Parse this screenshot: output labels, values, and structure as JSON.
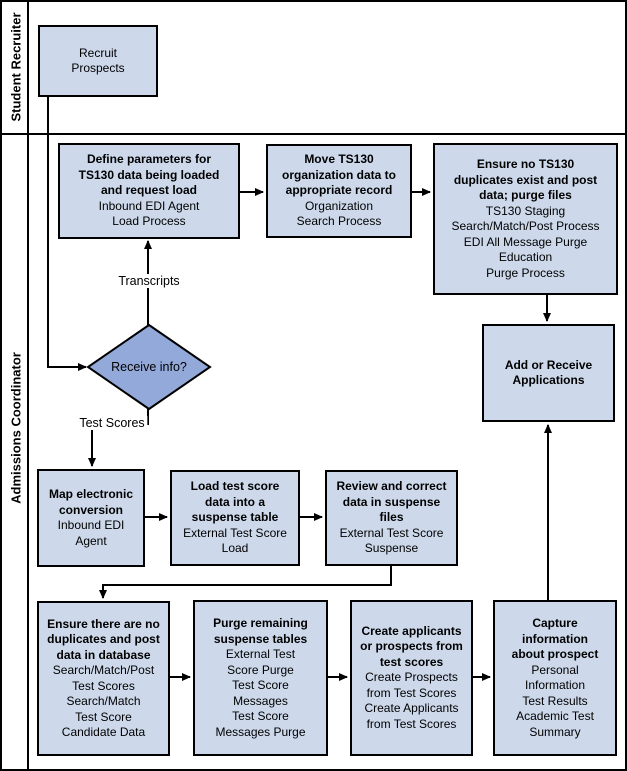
{
  "diagram": {
    "lanes": {
      "student_recruiter": "Student Recruiter",
      "admissions_coordinator": "Admissions Coordinator"
    },
    "nodes": {
      "recruit": {
        "body": "Recruit\nProspects"
      },
      "define": {
        "title": "Define parameters for\nTS130 data being loaded\nand request load",
        "body": "Inbound EDI Agent\nLoad Process"
      },
      "move": {
        "title": "Move TS130\norganization data to\nappropriate record",
        "body": "Organization\nSearch Process"
      },
      "ensure_ts130": {
        "title": "Ensure no TS130\nduplicates exist and post\ndata; purge files",
        "body": "TS130 Staging\nSearch/Match/Post Process\nEDI All Message Purge\nEducation\nPurge Process"
      },
      "add_receive": {
        "title": "Add or Receive\nApplications"
      },
      "decision": {
        "label": "Receive info?"
      },
      "map": {
        "title": "Map electronic\nconversion",
        "body": "Inbound EDI\nAgent"
      },
      "load": {
        "title": "Load test score\ndata into a\nsuspense table",
        "body": "External Test Score\nLoad"
      },
      "review": {
        "title": "Review and correct\ndata in suspense\nfiles",
        "body": "External Test Score\nSuspense"
      },
      "ensure_dup": {
        "title": "Ensure there are no\nduplicates and post\ndata in database",
        "body": "Search/Match/Post\nTest Scores\nSearch/Match\nTest Score\nCandidate Data"
      },
      "purge": {
        "title": "Purge remaining\nsuspense tables",
        "body": "External Test\nScore Purge\nTest Score\nMessages\nTest Score\nMessages Purge"
      },
      "create": {
        "title": "Create applicants\nor prospects from\ntest scores",
        "body": "Create Prospects\nfrom Test Scores\nCreate Applicants\nfrom Test Scores"
      },
      "capture": {
        "title": "Capture\ninformation\nabout prospect",
        "body": "Personal\nInformation\nTest Results\nAcademic Test\nSummary"
      }
    },
    "edge_labels": {
      "transcripts": "Transcripts",
      "test_scores": "Test Scores"
    },
    "colors": {
      "node_fill": "#cdd9eb",
      "decision_fill": "#93a9d9",
      "line": "#000000",
      "background": "#ffffff"
    }
  }
}
